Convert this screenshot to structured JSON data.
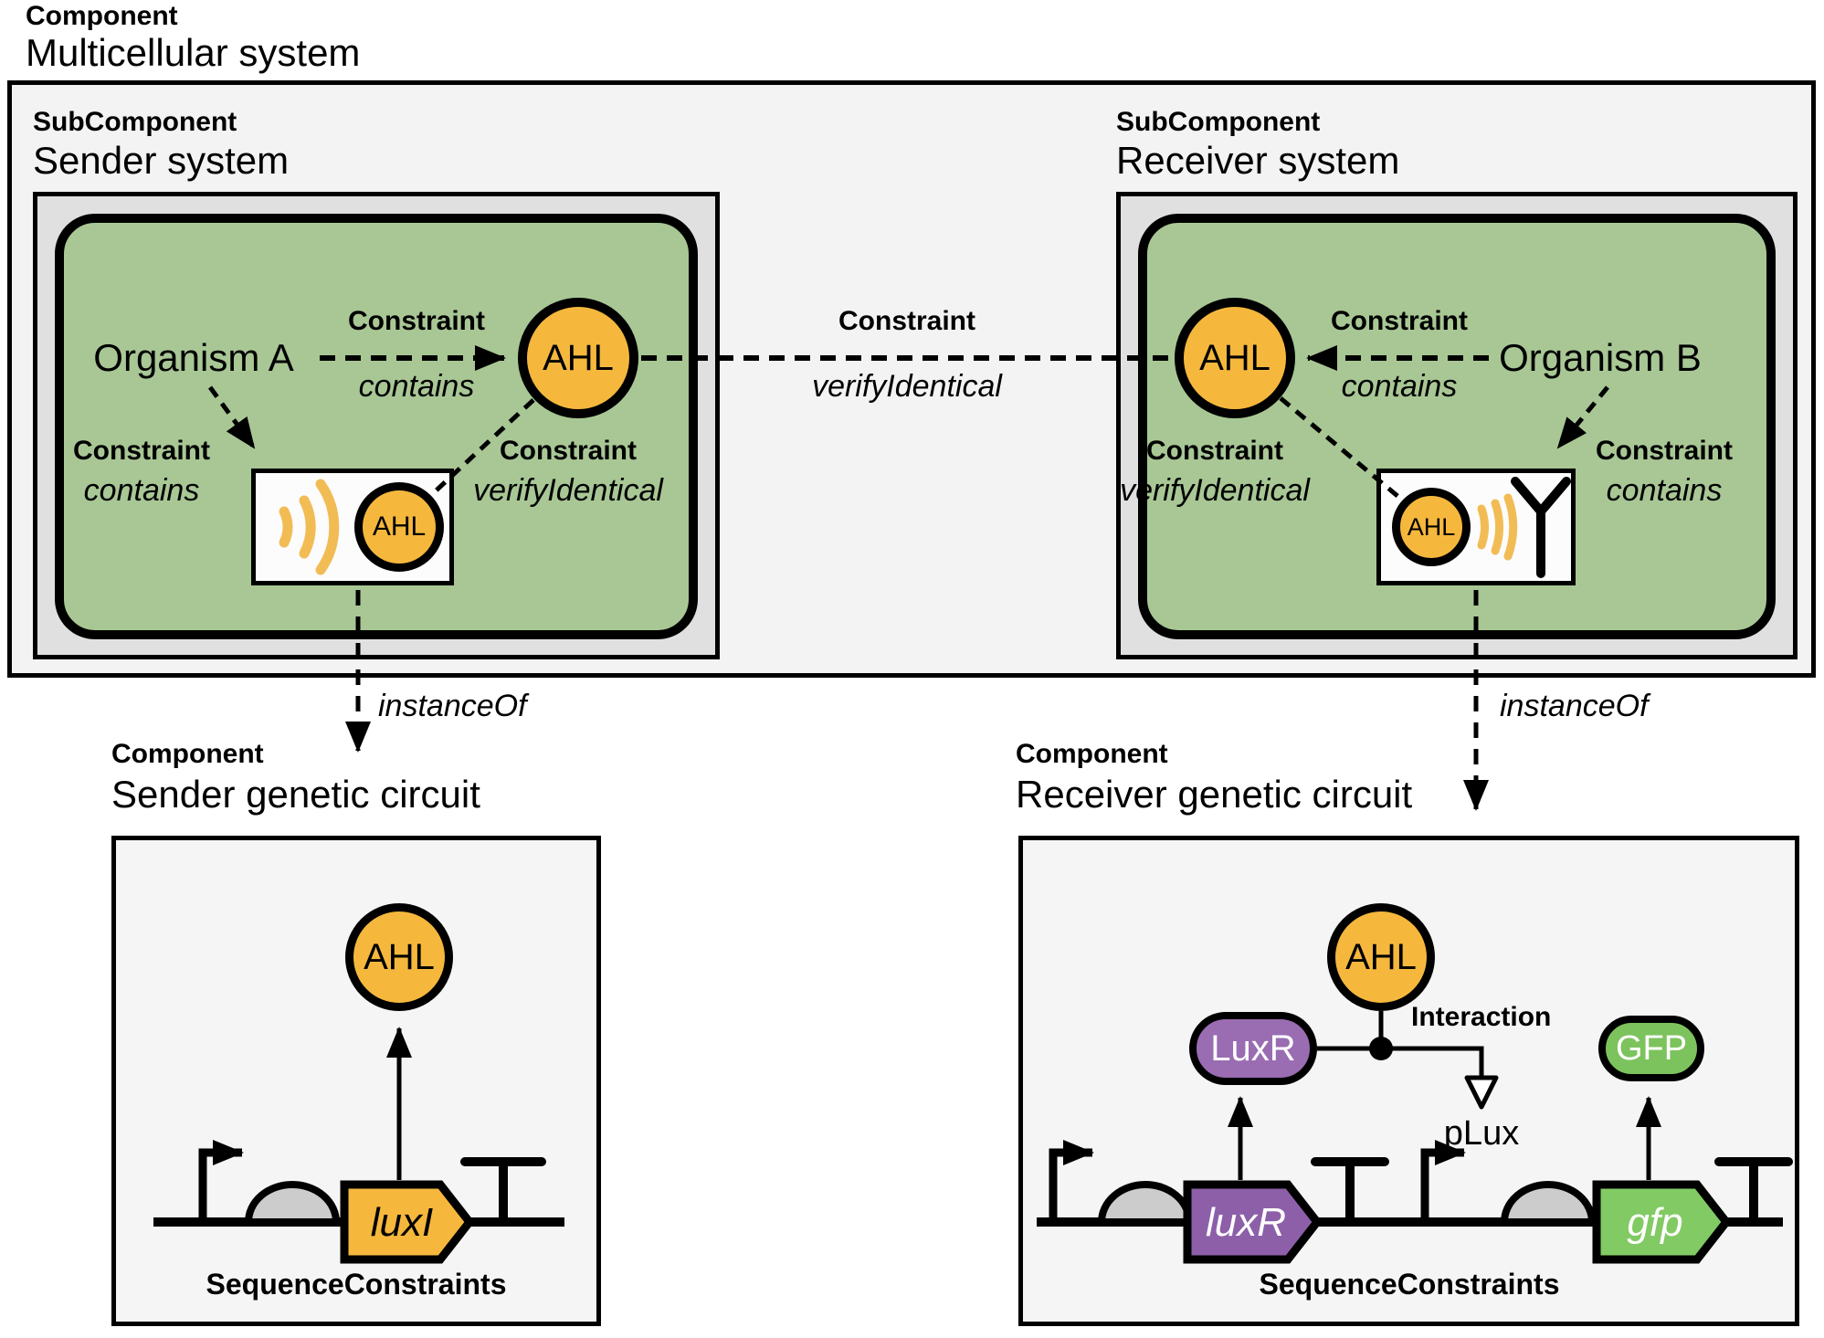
{
  "colors": {
    "system_fill": "#a8c795",
    "container_fill": "#e0e0e0",
    "panel_fill": "#f3f3f3",
    "circuit_fill": "#f5f5f5",
    "molecule_fill": "#f5b83d",
    "protein_fill": "#9a6cb2",
    "cds_protein_fill": "#8d5fa9",
    "reporter_fill": "#7cc35d",
    "cds_reporter_fill": "#82ca63",
    "rbs_fill": "#cccccc",
    "wave_color": "#f2bc55"
  },
  "header": {
    "type_label": "Component",
    "title": "Multicellular system"
  },
  "system_link": {
    "constraint": "Constraint",
    "relation": "verifyIdentical"
  },
  "instance_of_label": "instanceOf",
  "sender_system": {
    "type_label": "SubComponent",
    "title": "Sender system",
    "organism": "Organism A",
    "molecule": "AHL",
    "device_molecule": "AHL",
    "produces": {
      "constraint": "Constraint",
      "relation": "contains"
    },
    "device_contains": {
      "constraint": "Constraint",
      "relation": "contains"
    },
    "verify": {
      "constraint": "Constraint",
      "relation": "verifyIdentical"
    }
  },
  "receiver_system": {
    "type_label": "SubComponent",
    "title": "Receiver system",
    "organism": "Organism B",
    "molecule": "AHL",
    "device_molecule": "AHL",
    "produces": {
      "constraint": "Constraint",
      "relation": "contains"
    },
    "device_contains": {
      "constraint": "Constraint",
      "relation": "contains"
    },
    "verify": {
      "constraint": "Constraint",
      "relation": "verifyIdentical"
    }
  },
  "sender_circuit": {
    "type_label": "Component",
    "title": "Sender genetic circuit",
    "molecule": "AHL",
    "cds": "luxI",
    "footer": "SequenceConstraints"
  },
  "receiver_circuit": {
    "type_label": "Component",
    "title": "Receiver genetic circuit",
    "molecule": "AHL",
    "protein": "LuxR",
    "reporter": "GFP",
    "interaction": "Interaction",
    "promoter": "pLux",
    "cds_left": "luxR",
    "cds_right": "gfp",
    "footer": "SequenceConstraints"
  }
}
